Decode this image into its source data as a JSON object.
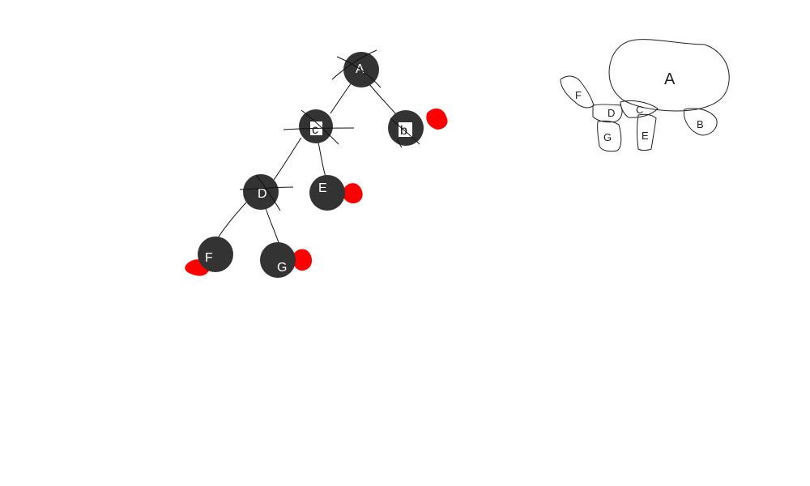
{
  "tree": {
    "colors": {
      "node_fill": "#333333",
      "mark": "#ff0000",
      "line": "#111111",
      "label": "#ffffff"
    },
    "nodes": [
      {
        "id": "A",
        "label": "A",
        "crossed": true
      },
      {
        "id": "C",
        "label": "c",
        "crossed": true,
        "boxed_label": true
      },
      {
        "id": "B",
        "label": "b",
        "crossed": true,
        "boxed_label": true,
        "red_mark": true
      },
      {
        "id": "D",
        "label": "D",
        "crossed": true
      },
      {
        "id": "E",
        "label": "E",
        "red_mark": true
      },
      {
        "id": "F",
        "label": "F",
        "red_mark": true
      },
      {
        "id": "G",
        "label": "G",
        "red_mark": true
      }
    ],
    "edges": [
      {
        "from": "A",
        "to": "C"
      },
      {
        "from": "A",
        "to": "B"
      },
      {
        "from": "C",
        "to": "D"
      },
      {
        "from": "C",
        "to": "E"
      },
      {
        "from": "D",
        "to": "F"
      },
      {
        "from": "D",
        "to": "G"
      }
    ]
  },
  "sketch": {
    "labels": {
      "main": "A",
      "f": "F",
      "d": "D",
      "c": "C",
      "b": "B",
      "g": "G",
      "e": "E"
    }
  }
}
